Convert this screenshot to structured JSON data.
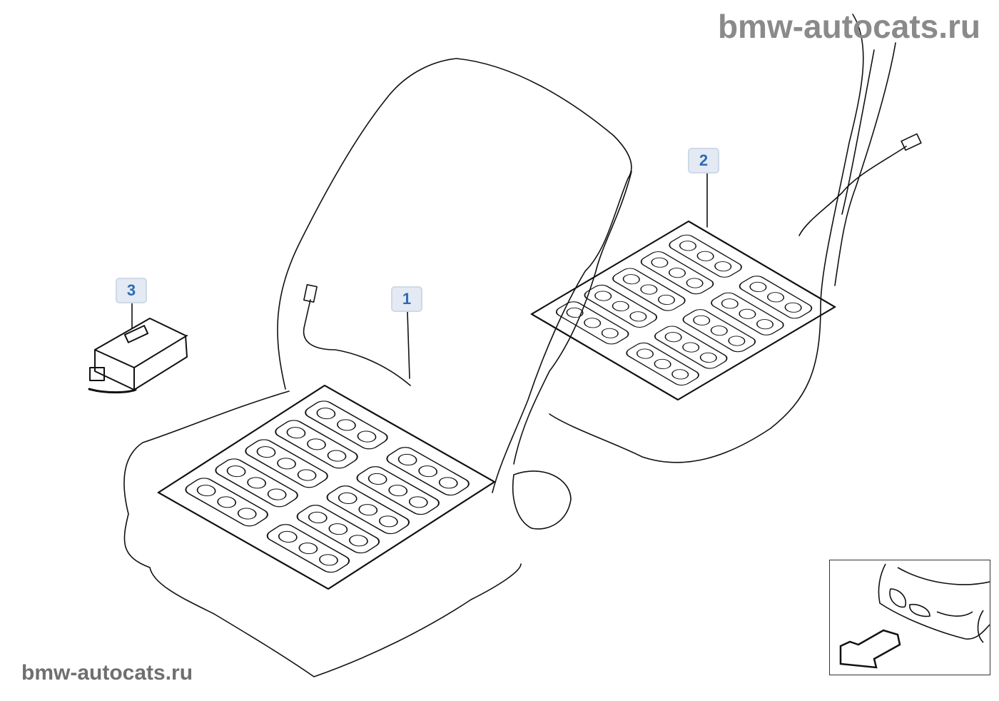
{
  "watermark_top": "bmw-autocats.ru",
  "watermark_bottom": "bmw-autocats.ru",
  "callouts": [
    {
      "label": "1"
    },
    {
      "label": "2"
    },
    {
      "label": "3"
    }
  ],
  "colors": {
    "callout_bg": "#e3eaf3",
    "callout_text": "#2e6bb3",
    "line": "#111111",
    "watermark": "#8a8a8a"
  }
}
